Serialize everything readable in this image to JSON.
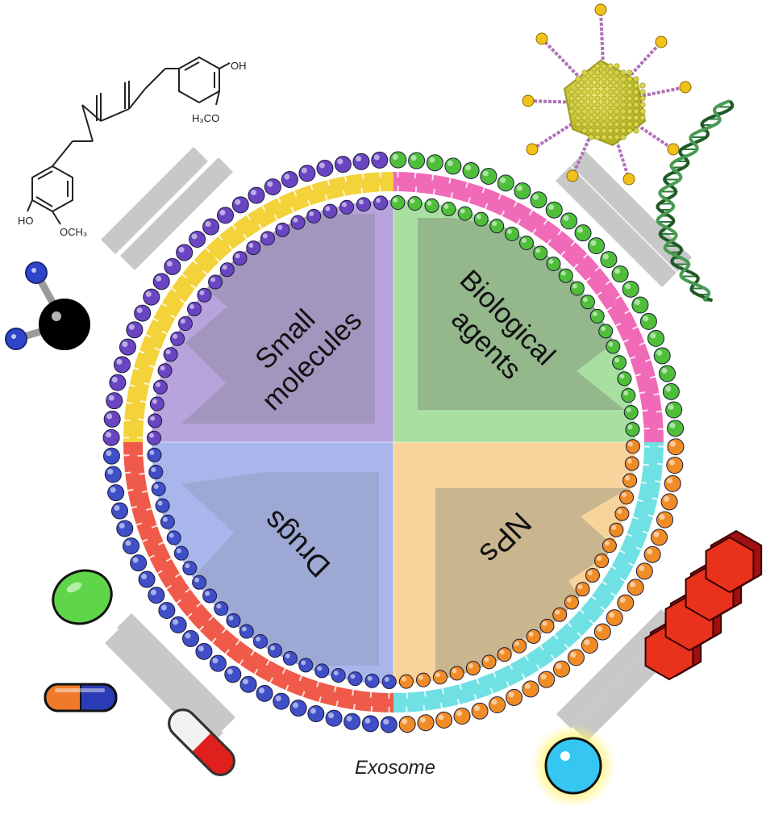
{
  "diagram": {
    "quadrants": [
      {
        "id": "small-molecules",
        "lines": [
          "Small",
          "molecules"
        ],
        "fill": "#b9a3dd"
      },
      {
        "id": "biological-agents",
        "lines": [
          "Biological",
          "agents"
        ],
        "fill": "#a9dfa0"
      },
      {
        "id": "drugs",
        "lines": [
          "Drugs"
        ],
        "fill": "#a9b6ec"
      },
      {
        "id": "nps",
        "lines": [
          "NPs"
        ],
        "fill": "#f6d49c"
      }
    ],
    "caption": "Exosome",
    "molecule_labels": {
      "oh_top": "OH",
      "h3co": "H₃CO",
      "ho_bottom": "HO",
      "och3": "OCH₃"
    },
    "colors": {
      "bead_purple": "#6a45c2",
      "bead_green": "#4fbf3a",
      "bead_blue": "#3f4fc8",
      "bead_orange": "#f08c25",
      "tail_yellow": "#f3d23a",
      "tail_pink": "#f06ab8",
      "tail_red": "#f05a4a",
      "tail_cyan": "#6fe0e4"
    }
  }
}
